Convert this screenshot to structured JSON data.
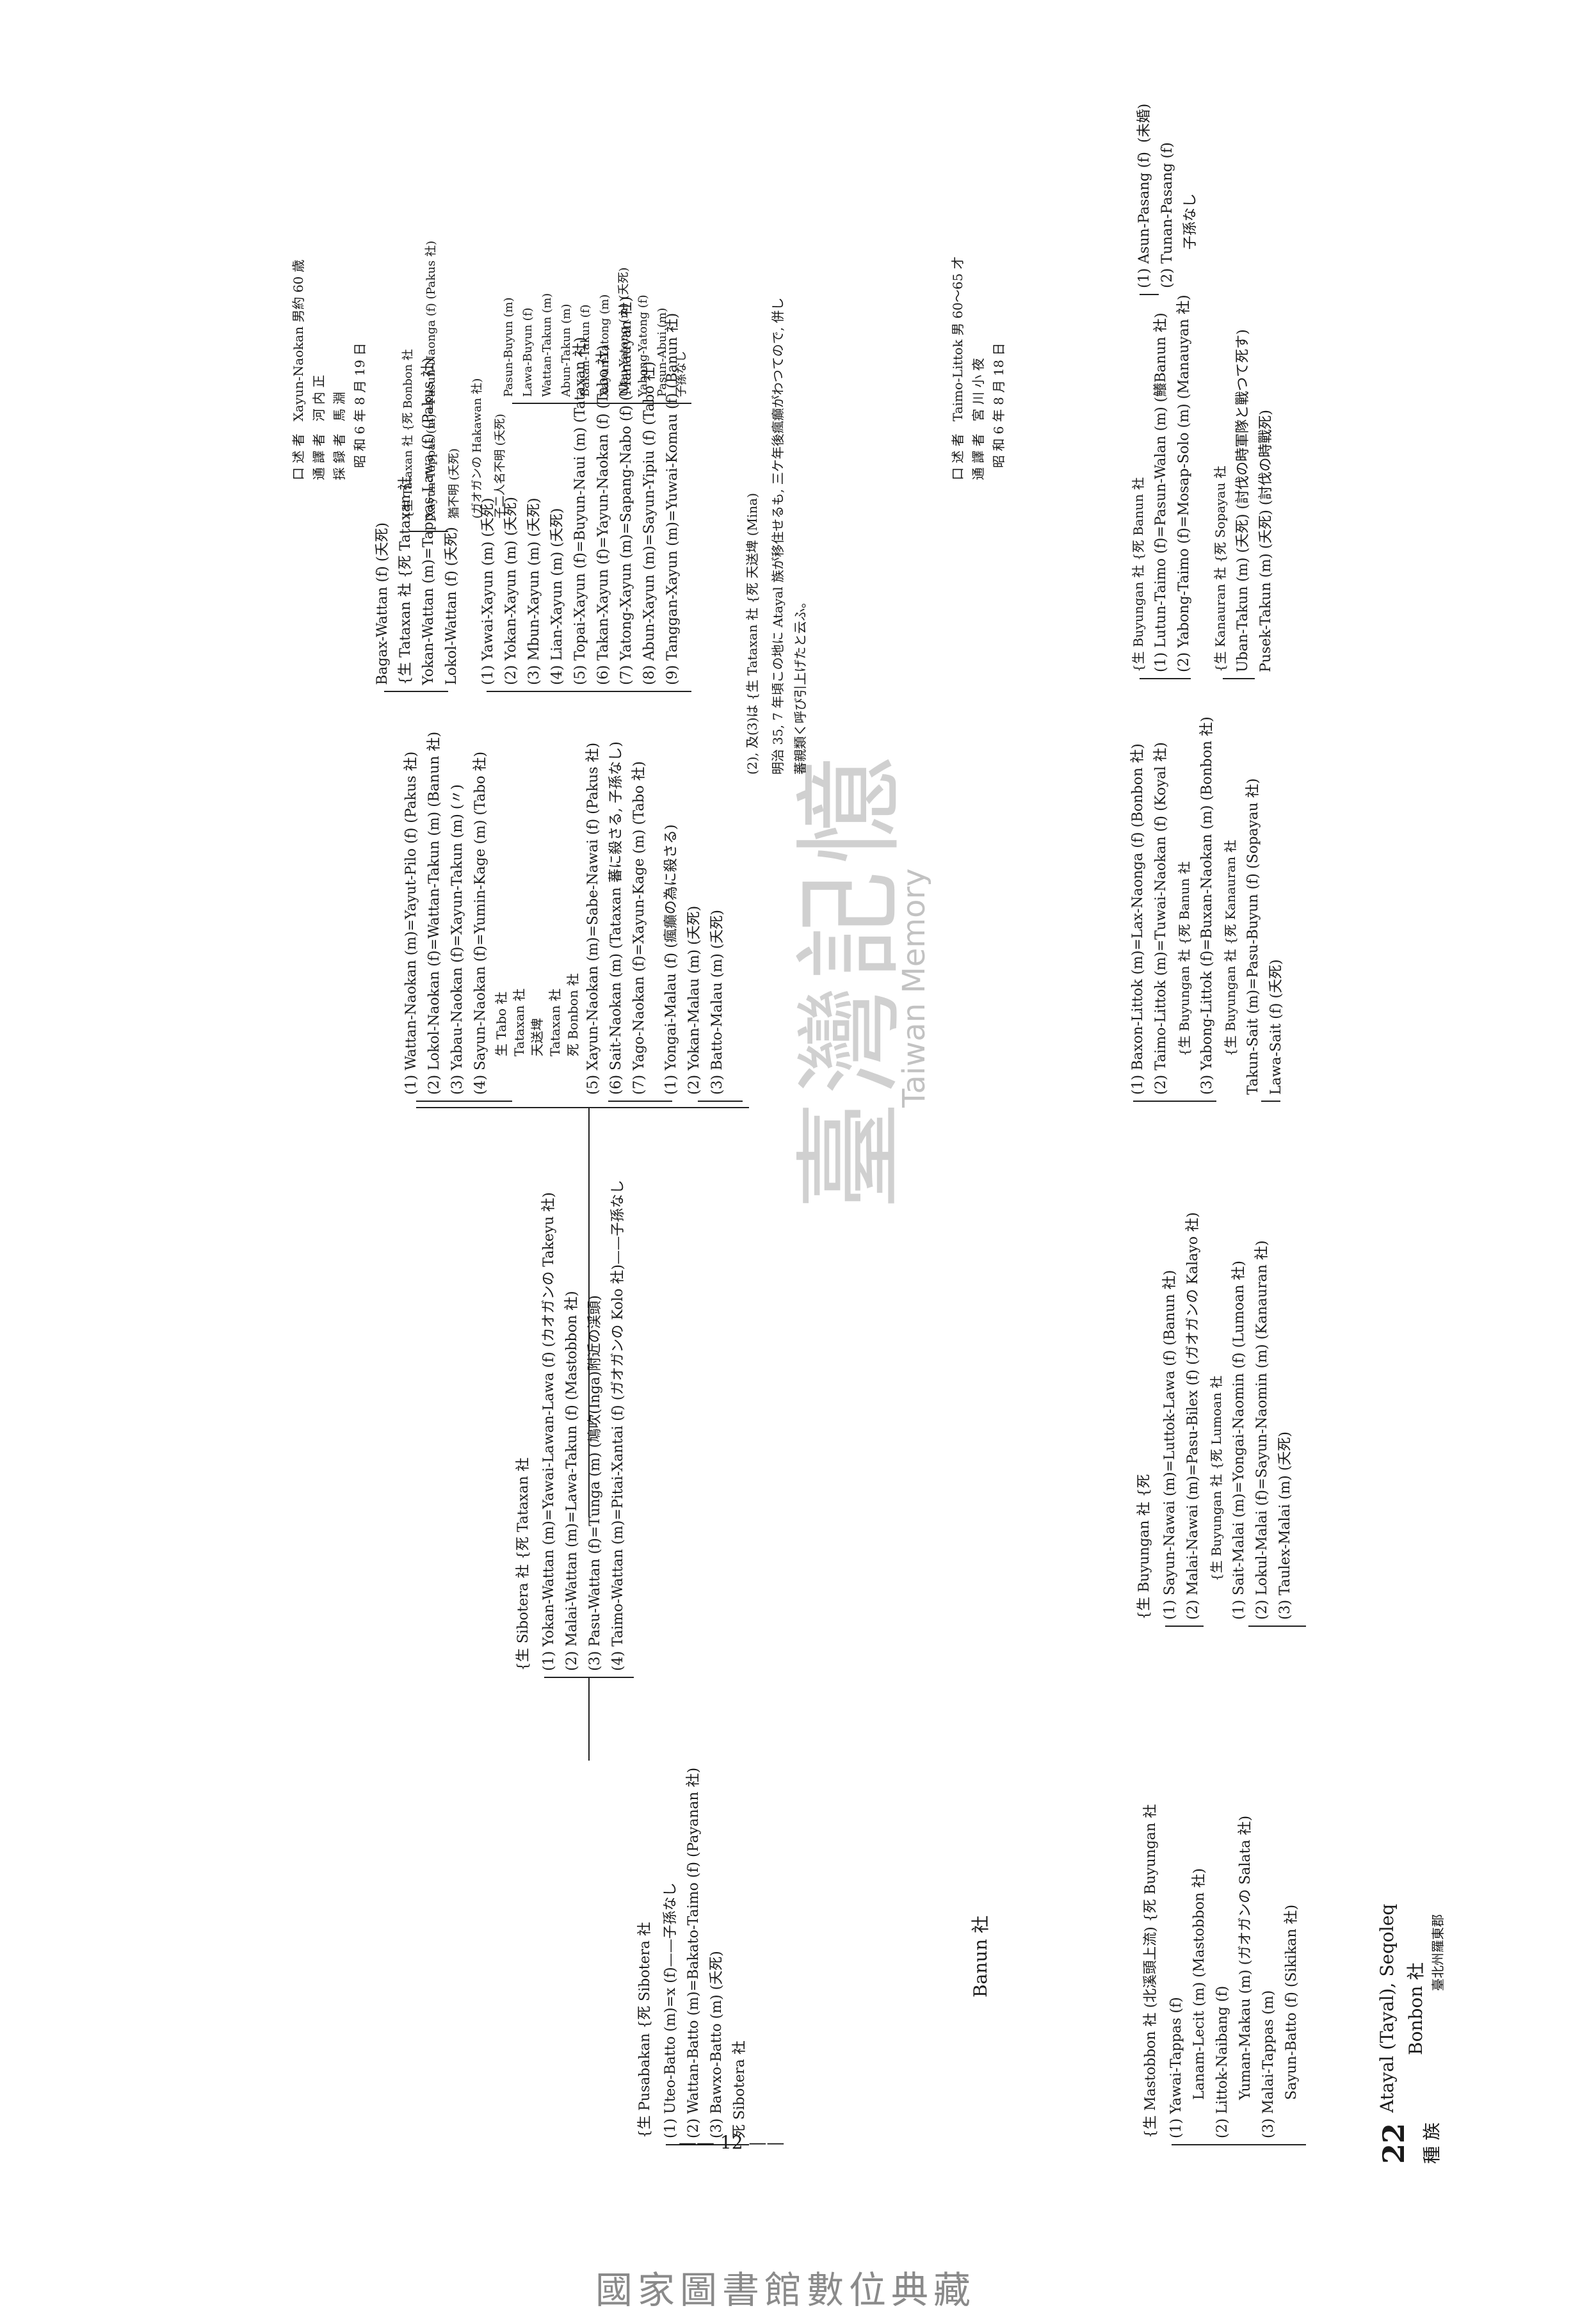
{
  "header": {
    "number": "22",
    "tribe_label": "種 族",
    "tribe": "Atayal (Tayal), Seqoleq",
    "village": "Bonbon 社",
    "district": "臺北州羅東郡"
  },
  "informants": [
    {
      "rows": [
        {
          "label": "口 述 者",
          "value": "Xayun-Naokan  男約 60 歳"
        },
        {
          "label": "通 譯 者",
          "value": "河 内 正"
        },
        {
          "label": "採 録 者",
          "value": "馬 淵"
        },
        {
          "label": "",
          "value": "昭 和 6 年 8 月 19 日"
        }
      ]
    },
    {
      "rows": [
        {
          "label": "口 述 者",
          "value": "Taimo-Littok  男 60〜65 才"
        },
        {
          "label": "通 譯 者",
          "value": "宮 川 小 夜"
        },
        {
          "label": "",
          "value": "昭 和 6 年 8 月 18 日"
        }
      ]
    }
  ],
  "section1": {
    "origin": "{生 Pusabakan  {死 Sibotera 社",
    "gen1": [
      "(1) Uteo-Batto (m)=x (f)——子孫なし",
      "(2) Wattan-Batto (m)=Bakato-Taimo (f) (Payanan 社)",
      "(3) Bawxo-Batto (m) (夭死)",
      "死 Sibotera 社"
    ],
    "gen2_head": "{生 Sibotera 社  {死 Tataxan 社",
    "gen2": [
      "(1) Yokan-Wattan (m)=Yawai-Lawan-Lawa (f) (カオガンの Takeyu 社)",
      "(2) Malai-Wattan (m)=Lawa-Takun (f) (Mastobbon 社)",
      "(3) Pasu-Wattan (f)=Tunga (m) (鳩吹(Inga)附近の渓頭)",
      "(4) Taimo-Wattan (m)=Pitai-Xantai (f) (ガオガンの Kolo 社)——子孫なし"
    ],
    "gen3": [
      "(1) Wattan-Naokan (m)=Yayut-Pilo (f) (Pakus 社)",
      "(2) Lokol-Naokan (f)=Wattan-Takun (m) (Banun 社)",
      "(3) Yabau-Naokan (f)=Xayun-Takun (m) (〃)",
      "(4) Sayun-Naokan (f)=Yumin-Kage (m) (Tabo 社)",
      "生 Tabo 社",
      "Tataxan 社",
      "天送埤",
      "Tataxan 社",
      "死 Bonbon 社",
      "(5) Xayun-Naokan (m)=Sabe-Nawai (f) (Pakus 社)",
      "(6) Sait-Naokan (m) (Tataxan 蕃に殺さる, 子孫なし)",
      "(7) Yago-Naokan (f)=Xayun-Kage (m) (Tabo 社)",
      "(1) Yongai-Malau (f) (瘋癲の為に殺さる)",
      "(2) Yokan-Malau (m) (夭死)",
      "(3) Batto-Malau (m) (夭死)"
    ],
    "gen4a": [
      "Bagax-Wattan (f) (夭死)",
      "{生 Tataxan 社  {死 Tataxan 社",
      "Yokan-Wattan (m)=Tappas-Lawa (f) (Pakus 社)",
      "Lokol-Wattan (f) (夭死)"
    ],
    "gen4b": [
      "(1) Yawai-Xayun (m) (夭死)",
      "(2) Yokan-Xayun (m) (夭死)",
      "(3) Mbun-Xayun (m) (夭死)",
      "(4) Lian-Xayun (m) (夭死)",
      "(5) Topai-Xayun (f)=Buyun-Naui (m) (Tataxan 社)",
      "(6) Takan-Xayun (f)=Yayun-Naokan (f) (Tabo 社)",
      "(7) Yatong-Xayun (m)=Sapang-Nabo (f) (Manauyan 社)",
      "(8) Abun-Xayun (m)=Sayun-Yipiu (f) (Tabo 社)",
      "(9) Tanggan-Xayun (m)=Yuwai-Komau (f) (Banun 社)"
    ],
    "gen5a": [
      "{生 Tataxan 社  {死 Bonbon 社",
      "Xayun-Tappas (m)=Pasun-Naonga (f) (Pakus 社)",
      "猶不明 (夭死)",
      "(ガオガンの Hakawan 社)",
      "子二人名不明 (夭死)"
    ],
    "gen5b": [
      "Pasun-Buyun (m)",
      "Lawa-Buyun (f)",
      "Wattan-Takun (m)",
      "Abun-Takun (m)",
      "Bakan-Takun (f)",
      "Xayun-Yatong (m)",
      "Ulau-Yatong (m) (夭死)",
      "Yabong-Yatong (f)",
      "Pasun-Abui (m)",
      "子孫なし"
    ],
    "note_a": "(2), 及(3)は {生 Tataxan 社  {死 天送埤 (Mina)",
    "note_b": "明治 35, 7 年頃この地に Atayal 族が移住せるも, 三ケ年後瘋癲がわつてので, 併し",
    "note_c": "蕃親類く呼び引上げたと云ふ。"
  },
  "section2": {
    "village": "Banun 社",
    "origin": "{生 Mastobbon 社 (北溪頭上流)  {死 Buyungan 社",
    "gen1": [
      "(1) Yawai-Tappas (f)",
      "Lanam-Lecit (m) (Mastobbon 社)",
      "(2) Littok-Naibang (f)",
      "Yuman-Makau (m) (ガオガンの Salata 社)",
      "(3) Malai-Tappas (m)",
      "Sayun-Batto (f) (Sikikan 社)"
    ],
    "gen2_head": "{生 Buyungan 社  {死",
    "gen2": [
      "(1) Sayun-Nawai (m)=Luttok-Lawa (f) (Banun 社)",
      "(2) Malai-Nawai (m)=Pasu-Bilex (f) (ガオガンの Kalayo 社)",
      "(1) Sait-Malai (m)=Yongai-Naomin (f) (Lumoan 社)",
      "(2) Lokul-Malai (f)=Sayun-Naomin (m) (Kanauran 社)",
      "(3) Taulex-Malai (m) (夭死)",
      "{生 Buyungan 社  {死 Lumoan 社"
    ],
    "gen3": [
      "(1) Baxon-Littok (m)=Lax-Naonga (f) (Bonbon 社)",
      "(2) Taimo-Littok (m)=Tuwai-Naokan (f) (Koyal 社)",
      "{生 Buyungan 社  {死 Banun 社",
      "(3) Yabong-Littok (f)=Buxan-Naokan (m) (Bonbon 社)",
      "{生 Buyungan 社  {死 Kanauran 社",
      "Takun-Sait (m)=Pasu-Buyun (f) (Sopayau 社)",
      "Lawa-Sait (f) (夭死)"
    ],
    "gen4": [
      "{生 Buyungan 社  {死 Banun 社",
      "(1) Lutun-Taimo (f)=Pasun-Walan (m) (鱶Banun 社)",
      "(2) Yabong-Taimo (f)=Mosap-Solo (m) (Manauyan 社)",
      "{生 Kanauran 社  {死 Sopayau 社",
      "Uban-Takun (m) (夭死)",
      "Pusek-Takun (m) (夭死)",
      "(討伐の時軍隊と戰つて死す)",
      "(討伐の時戰死)"
    ],
    "gen5": [
      "(1) Asun-Pasang (f)",
      "(2) Tunan-Pasang (f)",
      "(未婚)",
      "子孫なし"
    ]
  },
  "footer": {
    "page_number": "—— 12 ——",
    "watermark_cn": "臺灣記憶",
    "watermark_en": "Taiwan Memory",
    "library": "國家圖書館數位典藏"
  }
}
